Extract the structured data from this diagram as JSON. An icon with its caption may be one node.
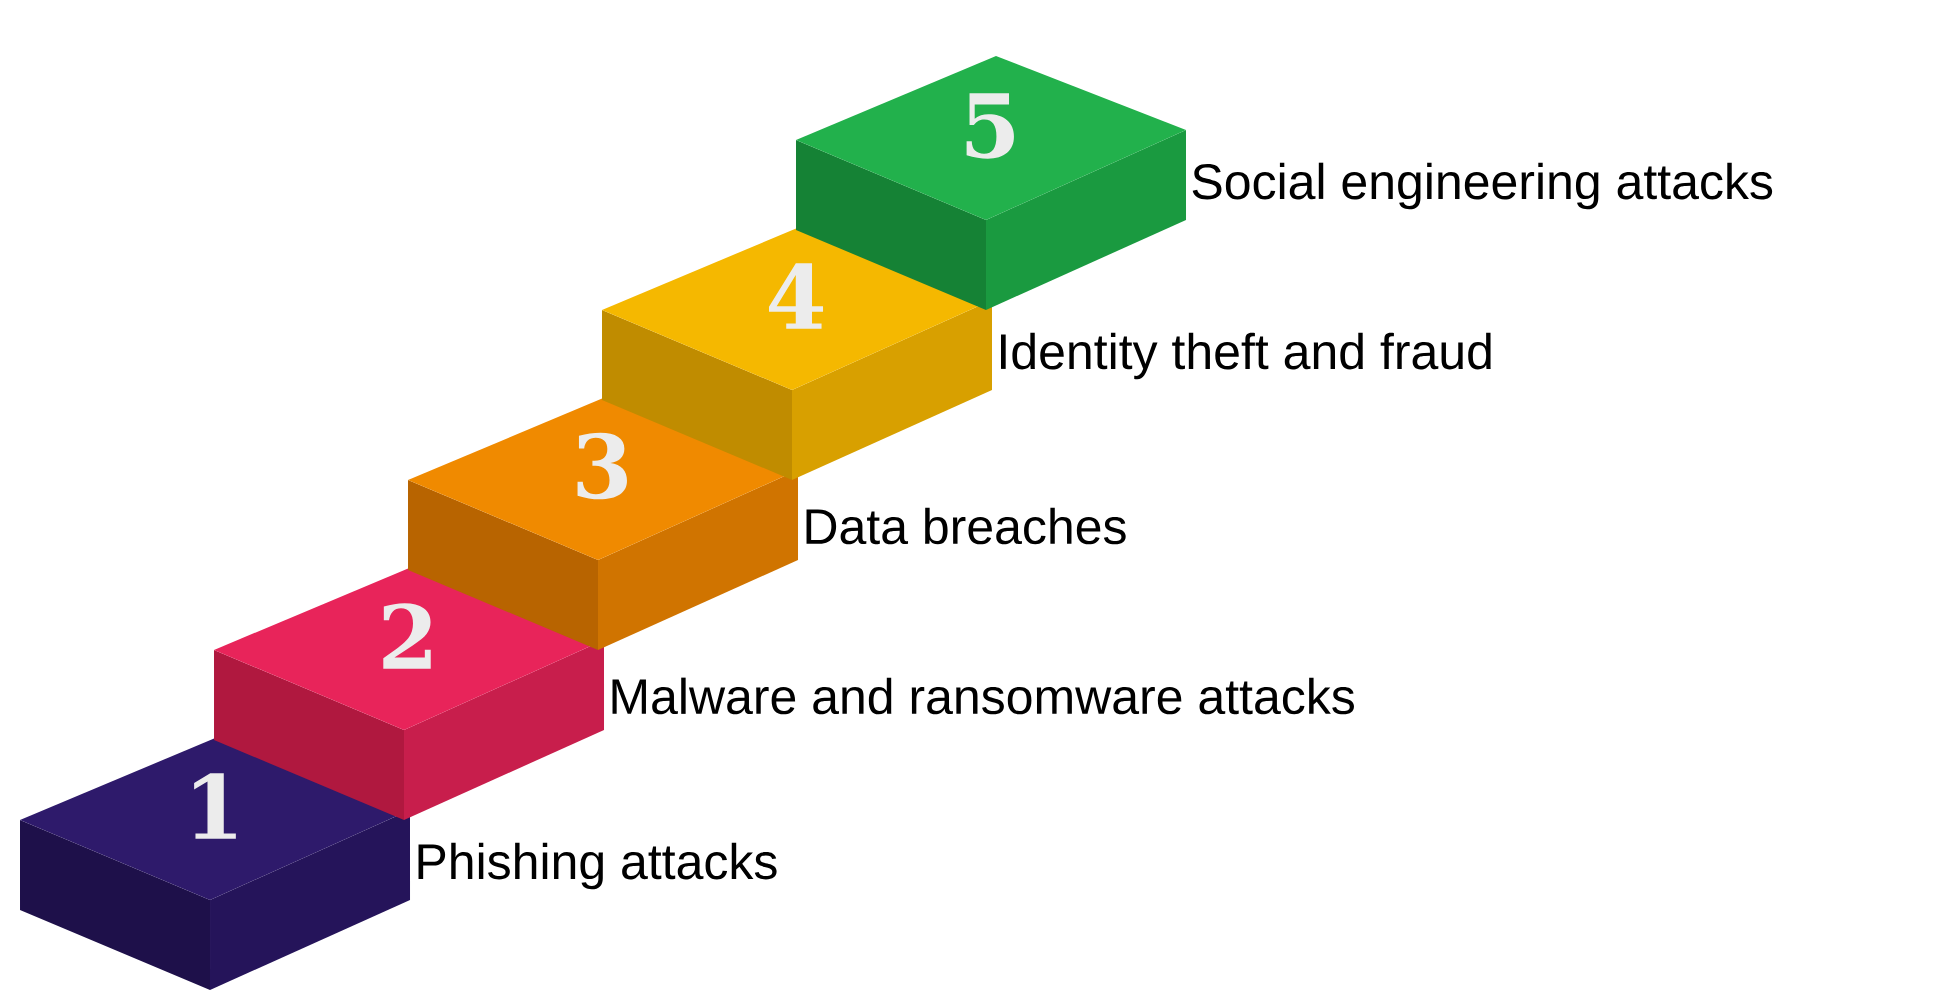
{
  "diagram": {
    "nodes": [
      {
        "text": [
          "1"
        ],
        "beside": [
          "Phishing attacks"
        ]
      },
      {
        "text": [
          "2"
        ],
        "beside": [
          "Malware and ransomware attacks"
        ]
      },
      {
        "text": [
          "3"
        ],
        "beside": [
          "Data breaches"
        ]
      },
      {
        "text": [
          "4"
        ],
        "beside": [
          "Identity theft and fraud"
        ]
      },
      {
        "text": [
          "5"
        ],
        "beside": [
          "Social engineering attacks"
        ]
      }
    ]
  }
}
